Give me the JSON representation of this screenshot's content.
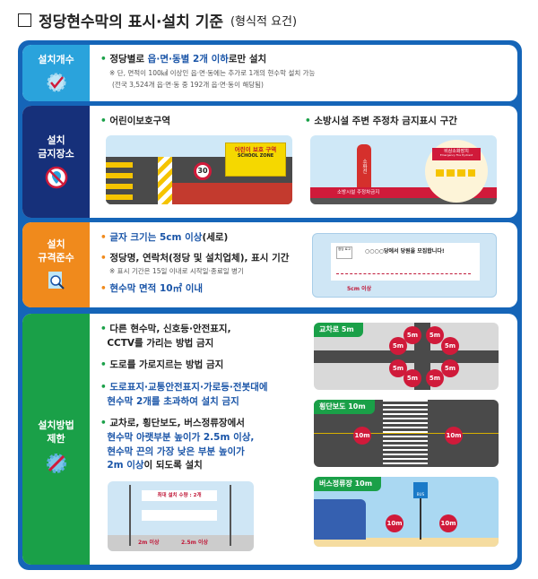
{
  "title": {
    "main": "정당현수막의 표시·설치 기준",
    "sub": "(형식적 요건)"
  },
  "rows": [
    {
      "label": "설치개수",
      "color": "#2aa3dc",
      "icon": "gear-check-icon",
      "bullet_pre": "정당별로 ",
      "bullet_hl": "읍·면·동별 2개 이하",
      "bullet_post": "로만 설치",
      "note1": "※ 단, 면적이 100㎢ 이상인 읍·면·동에는 추가로 1개의 현수막 설치 가능",
      "note2": "(전국 3,524개 읍·면·동 중 192개 읍·면·동이 해당됨)"
    },
    {
      "label1": "설치",
      "label2": "금지장소",
      "color": "#16307a",
      "icon": "no-location-icon",
      "item1": "어린이보호구역",
      "item2": "소방시설 주변 주정차 금지표시 구간",
      "school_sign": "어린이 보호 구역",
      "school_sign_en": "SCHOOL ZONE",
      "speed": "30",
      "hydrant": "소화전",
      "fire_banner": "소방시설 주정차금지",
      "fire_box": "비상소화장치",
      "fire_box_en": "Emergency Fire Hydrant"
    },
    {
      "label1": "설치",
      "label2": "규격준수",
      "color": "#f08a1c",
      "icon": "document-search-icon",
      "item1_hl": "글자 크기는 5cm 이상",
      "item1_post": "(세로)",
      "item2": "정당명, 연락처(정당 및 설치업체), 표시 기간",
      "note": "※ 표시 기간은 15일 이내로 시작일·종료일 병기",
      "item3": "현수막 면적 10㎡ 이내",
      "banner_text": "○○○○당에서 당원을 모집합니다!",
      "banner_logo": "정당 로고",
      "banner_size": "5cm 이상"
    },
    {
      "label1": "설치방법",
      "label2": "제한",
      "color": "#1aa048",
      "icon": "gear-wrench-icon",
      "item1a": "다른 현수막, 신호등·안전표지,",
      "item1b": "CCTV를 가리는 방법 금지",
      "item2": "도로를 가로지르는 방법 금지",
      "item3a": "도로표지·교통안전표지·가로등·전봇대에",
      "item3b": "현수막 2개를 초과하여 설치 금지",
      "item4a": "교차로, 횡단보도, 버스정류장에서",
      "item4b": "현수막 아랫부분 높이가 2.5m 이상,",
      "item4c": "현수막 끈의 가장 낮은 부분 높이가",
      "item4d_hl": "2m 이상",
      "item4d_post": "이 되도록 설치",
      "pole_max": "최대 설치 수량 : 2개",
      "h1": "2m 이상",
      "h2": "2.5m 이상",
      "cross": "교차로 5m",
      "cross_dist": "5m",
      "crosswalk": "횡단보도 10m",
      "bus": "버스정류장 10m",
      "dist10": "10m",
      "bus_sign": "BUS"
    }
  ]
}
